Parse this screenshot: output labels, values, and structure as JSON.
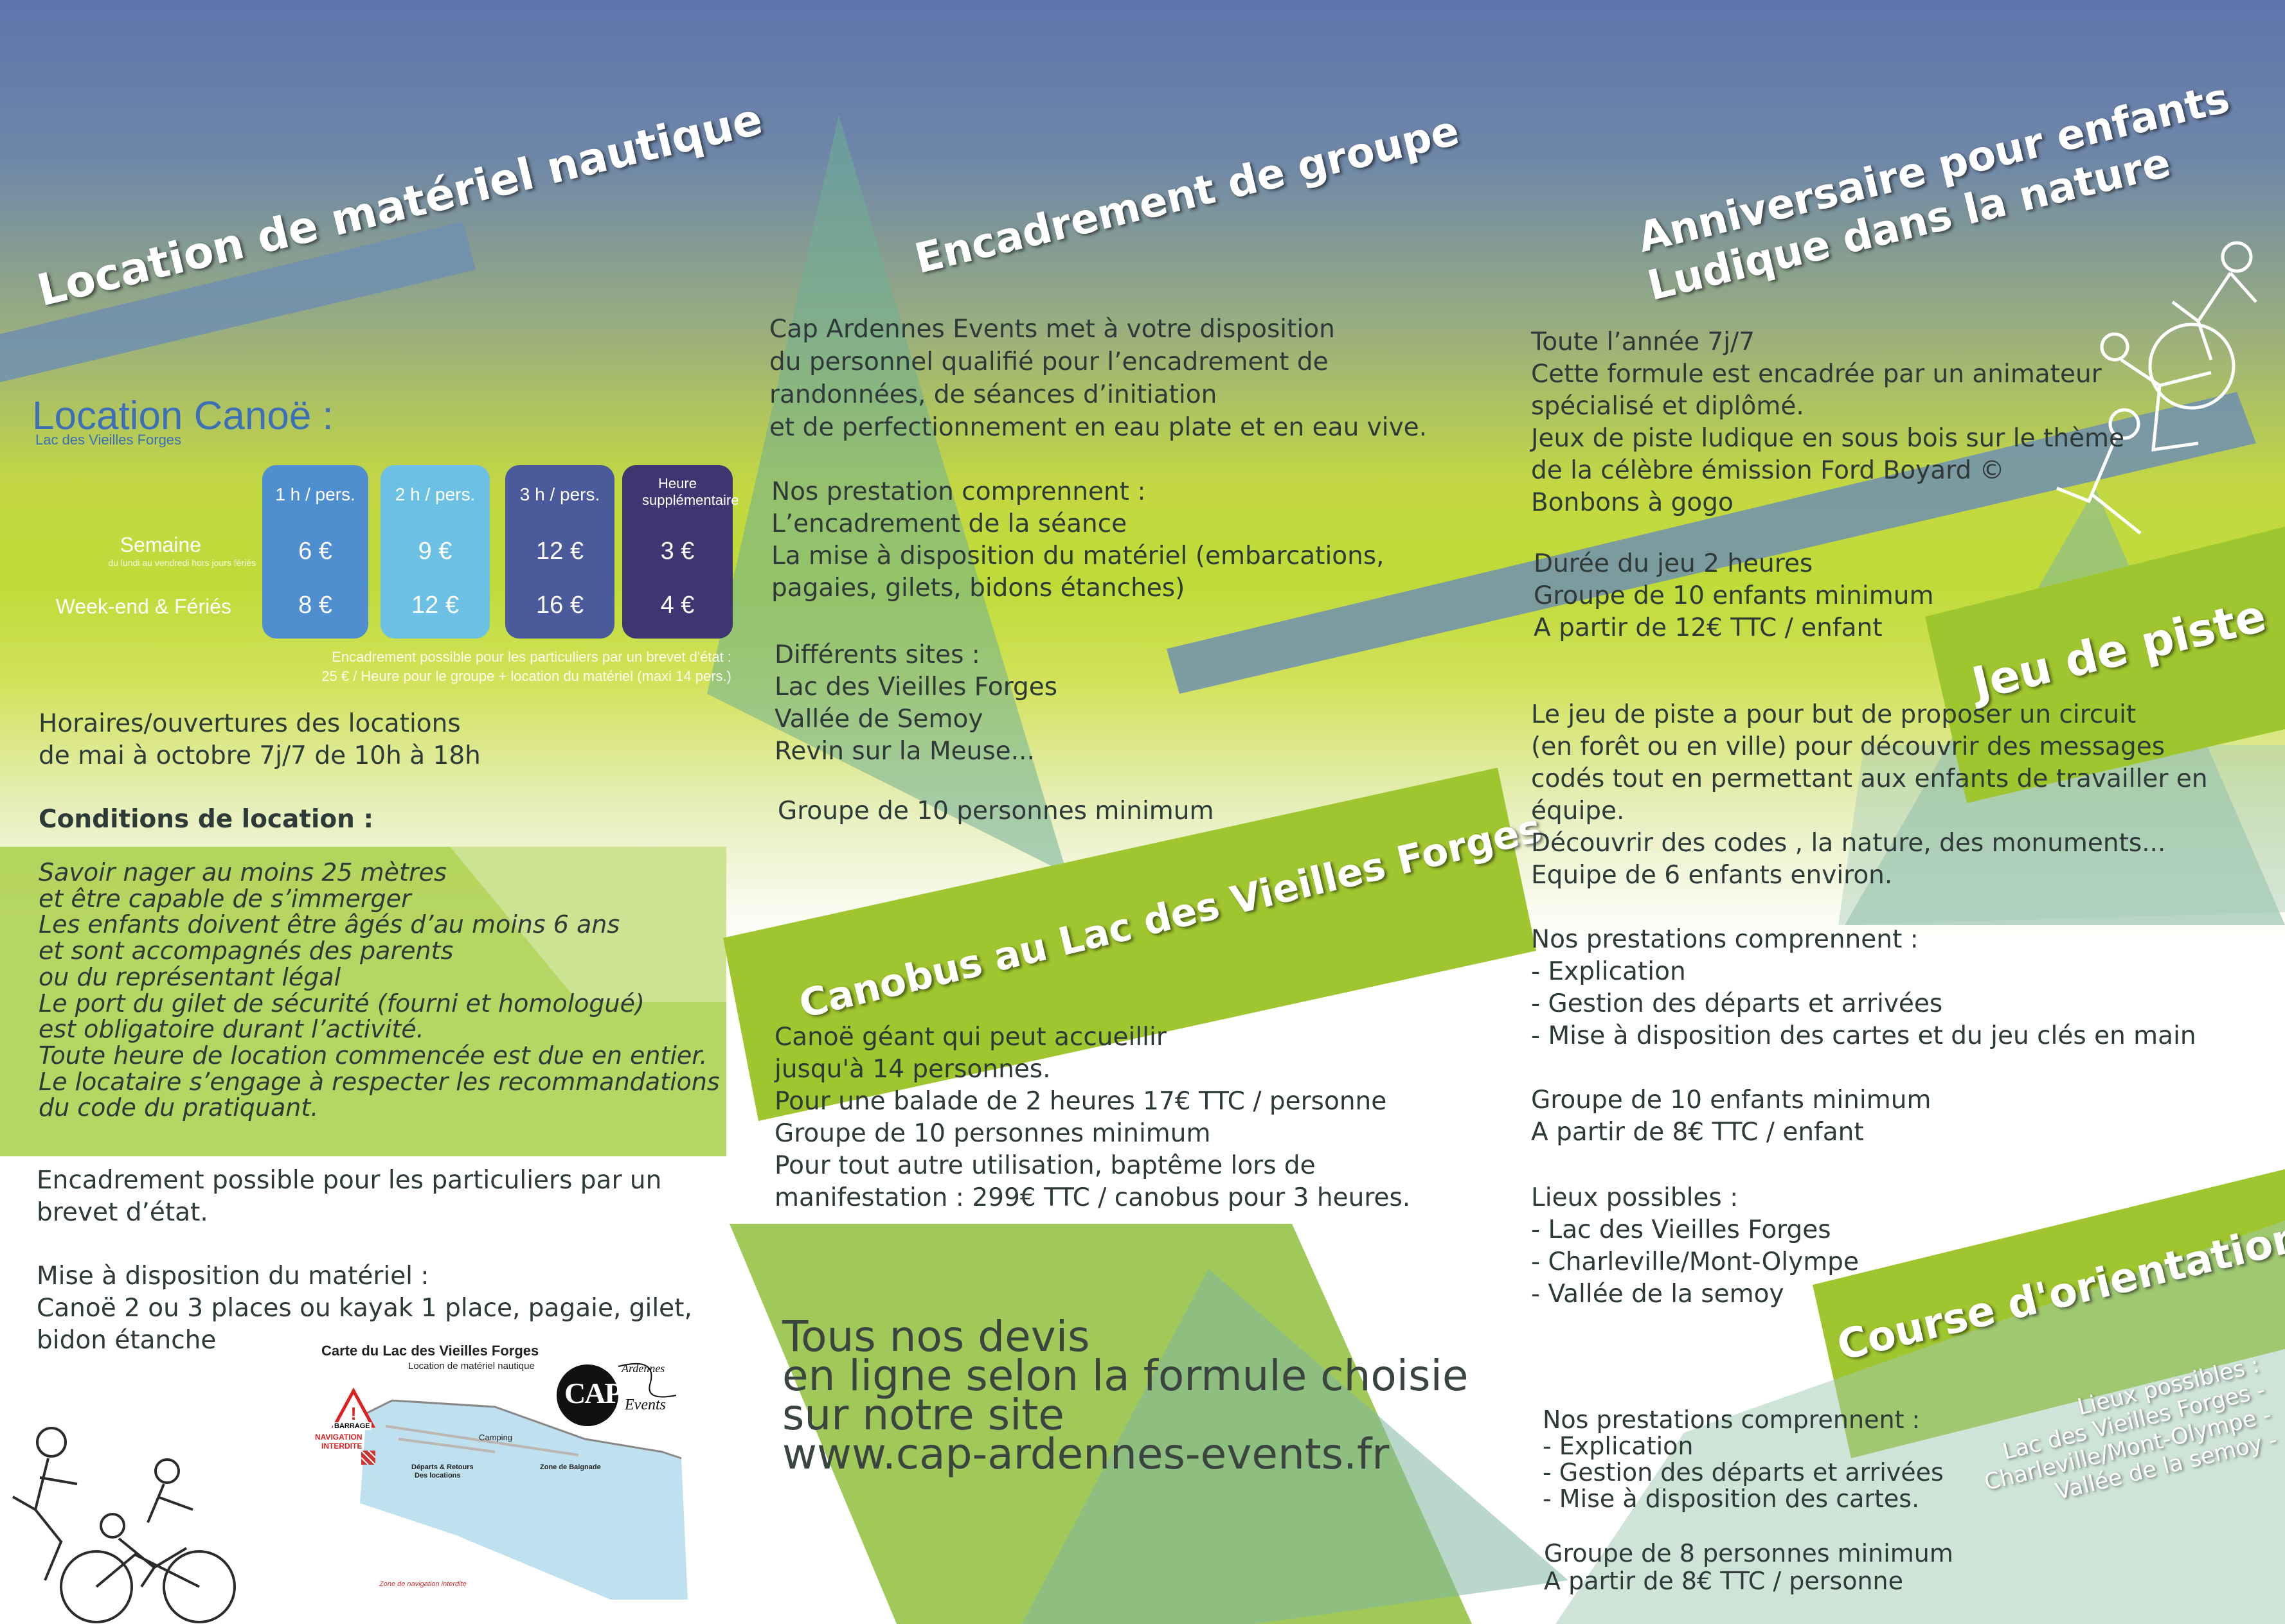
{
  "titles": {
    "location": "Location de matériel nautique",
    "encadrement": "Encadrement de groupe",
    "anniversaire_1": "Anniversaire pour enfants",
    "anniversaire_2": "Ludique dans la nature",
    "jeu_piste": "Jeu de piste",
    "canobus": "Canobus au Lac des Vieilles Forges",
    "course": "Course d'orientation"
  },
  "canoe": {
    "title": "Location Canoë :",
    "subtitle": "Lac des Vieilles Forges",
    "row_semaine": "Semaine",
    "row_semaine_note": "du lundi au vendredi hors jours fériés",
    "row_weekend": "Week-end & Fériés",
    "cols": [
      {
        "header": "1 h / pers.",
        "semaine": "6 €",
        "weekend": "8 €"
      },
      {
        "header": "2 h / pers.",
        "semaine": "9 €",
        "weekend": "12 €"
      },
      {
        "header": "3 h / pers.",
        "semaine": "12 €",
        "weekend": "16 €"
      },
      {
        "header": "Heure supplémentaire",
        "semaine": "3 €",
        "weekend": "4 €"
      }
    ],
    "note_1": "Encadrement possible pour les particuliers par un brevet d'état :",
    "note_2": "25 € / Heure pour le groupe + location du matériel (maxi 14 pers.)"
  },
  "horaires": {
    "line1": "Horaires/ouvertures des locations",
    "line2": "de mai à octobre 7j/7 de 10h à 18h"
  },
  "conditions": {
    "title": "Conditions de location :",
    "lines": [
      "Savoir nager au moins 25 mètres",
      "et être capable de s’immerger",
      "Les enfants doivent être âgés d’au moins 6 ans",
      "et sont accompagnés des parents",
      "ou du représentant légal",
      "Le port du gilet de sécurité (fourni et homologué)",
      "est obligatoire durant l’activité.",
      "Toute heure de location commencée est due en entier.",
      "Le locataire s’engage à respecter les recommandations",
      "du code du pratiquant."
    ]
  },
  "encadrement_particuliers": {
    "lines": [
      "Encadrement possible pour les particuliers par un",
      "brevet d’état."
    ]
  },
  "materiel": {
    "lines": [
      "Mise à disposition du matériel :",
      "Canoë 2 ou 3 places ou kayak 1 place, pagaie, gilet,",
      "bidon étanche"
    ]
  },
  "map": {
    "title": "Carte du Lac des Vieilles Forges",
    "subtitle": "Location de matériel nautique",
    "warning_1": "BARRAGE",
    "warning_2": "NAVIGATION",
    "warning_3": "INTERDITE",
    "label_camping": "Camping",
    "label_depart": "Départs & Retours",
    "label_depart_2": "Des locations",
    "label_baignade": "Zone de Baignade",
    "legend": "Zone de navigation interdite"
  },
  "logo": {
    "letters": "CAP",
    "script_1": "Ardennes",
    "script_2": "Events"
  },
  "encadrement_groupe": {
    "intro": [
      "Cap Ardennes Events met à votre disposition",
      "du personnel qualifié pour l’encadrement de",
      "randonnées, de séances d’initiation",
      "et de perfectionnement en eau plate et en eau vive."
    ],
    "prest": [
      "Nos prestation comprennent :",
      "L’encadrement de la séance",
      "La mise à disposition du matériel (embarcations,",
      "pagaies, gilets, bidons étanches)"
    ],
    "sites": [
      "Différents sites :",
      "Lac des Vieilles Forges",
      "Vallée de Semoy",
      "Revin sur la Meuse..."
    ],
    "groupe": "Groupe de 10 personnes minimum"
  },
  "canobus": {
    "lines": [
      "Canoë géant qui peut accueillir",
      "jusqu'à 14 personnes.",
      "Pour une balade de 2 heures 17€ TTC / personne",
      "Groupe de 10 personnes minimum",
      "Pour tout autre utilisation, baptême lors de",
      "manifestation : 299€ TTC / canobus pour 3 heures."
    ]
  },
  "devis": {
    "lines": [
      "Tous nos devis",
      "en ligne selon la formule choisie",
      "sur notre site",
      "www.cap-ardennes-events.fr"
    ]
  },
  "anniversaire": {
    "intro": [
      "Toute l’année 7j/7",
      "Cette formule est encadrée par un animateur",
      "spécialisé et diplômé.",
      "Jeux de piste ludique en sous bois sur le thème",
      "de la célèbre émission Ford Boyard ©",
      "Bonbons à gogo"
    ],
    "duree": [
      "Durée du jeu 2 heures",
      "Groupe de 10 enfants minimum",
      "A partir de 12€ TTC / enfant"
    ]
  },
  "jeu_piste": {
    "intro": [
      "Le jeu de piste a pour but de proposer un circuit",
      "(en forêt ou en ville) pour découvrir des messages",
      "codés tout en permettant aux enfants de travailler en",
      "équipe.",
      "Découvrir des codes , la nature, des monuments...",
      "Equipe de 6 enfants environ."
    ],
    "prest": [
      "Nos prestations comprennent :",
      "- Explication",
      "- Gestion des départs et arrivées",
      "- Mise à disposition des cartes et du jeu clés en main"
    ],
    "groupe": [
      "Groupe de 10 enfants minimum",
      "A partir de 8€ TTC / enfant"
    ],
    "lieux": [
      "Lieux possibles :",
      "- Lac des Vieilles Forges",
      "- Charleville/Mont-Olympe",
      "- Vallée de la semoy"
    ]
  },
  "course": {
    "lieux": [
      "Lieux possibles :",
      "Lac des Vieilles Forges -",
      "Charleville/Mont-Olympe -",
      "Vallée de la semoy -"
    ],
    "prest": [
      "Nos prestations comprennent :",
      "- Explication",
      "- Gestion des départs et arrivées",
      "- Mise à disposition des cartes."
    ],
    "groupe": [
      "Groupe de 8 personnes minimum",
      "A partir de 8€ TTC / personne"
    ]
  },
  "colors": {
    "green": "#9fc62e",
    "slate": "#6f8fb0",
    "teal": "#82b8a5",
    "col1": "#4f8fcf",
    "col2": "#6cc0e3",
    "col3": "#4a5a9a",
    "col4": "#3e3571"
  }
}
